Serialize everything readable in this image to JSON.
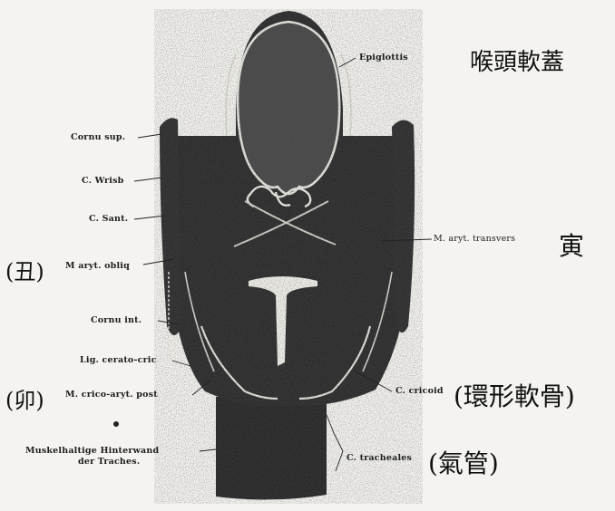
{
  "labels": {
    "epiglottis": "Epiglottis",
    "cornu_sup": "Cornu sup.",
    "c_wrisb": "C. Wrisb",
    "c_sant": "C. Sant.",
    "m_aryt_obliq": "M aryt. obliq",
    "cornu_int": "Cornu int.",
    "lig_cerato_cric": "Lig. cerato-cric",
    "m_crico_aryt_post": "M. crico-aryt. post",
    "muskel_line1": "Muskelhaltige Hinterwand",
    "muskel_line2": "der Traches.",
    "m_aryt_transvers": "M. aryt. transvers",
    "c_cricoid": "C. cricoid",
    "c_tracheales": "C. tracheales"
  },
  "annotations": {
    "epiglottis_cn": "喉頭軟蓋",
    "chou": "(丑)",
    "yin": "寅",
    "mao": "(卯)",
    "cricoid_cn": "(環形軟骨)",
    "trachea_cn": "(氣管)"
  }
}
